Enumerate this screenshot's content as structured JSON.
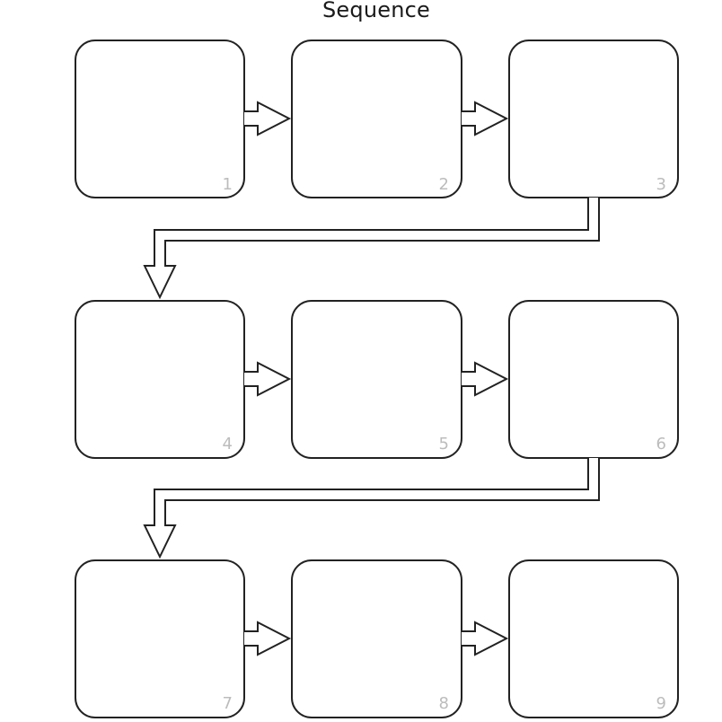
{
  "title": "Sequence",
  "steps": [
    {
      "number": "1"
    },
    {
      "number": "2"
    },
    {
      "number": "3"
    },
    {
      "number": "4"
    },
    {
      "number": "5"
    },
    {
      "number": "6"
    },
    {
      "number": "7"
    },
    {
      "number": "8"
    },
    {
      "number": "9"
    }
  ],
  "colors": {
    "stroke": "#222222",
    "number": "#bcbcbc",
    "background": "#ffffff"
  }
}
